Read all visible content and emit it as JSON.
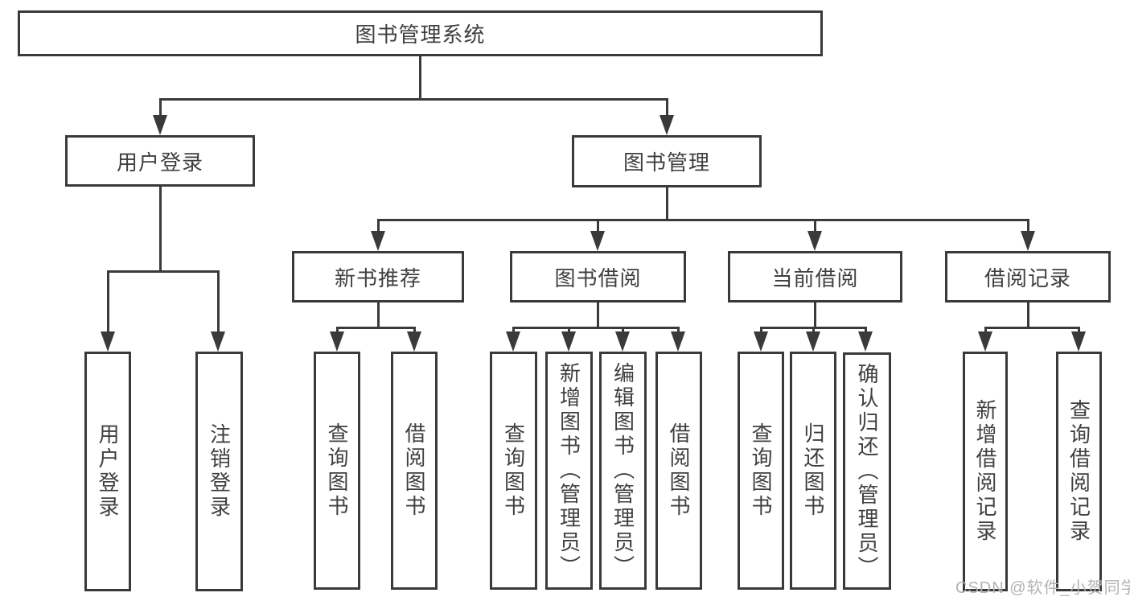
{
  "tree": {
    "root": {
      "label": "图书管理系统"
    },
    "branches": [
      {
        "label": "用户登录",
        "children": [
          {
            "label": "用户登录"
          },
          {
            "label": "注销登录"
          }
        ]
      },
      {
        "label": "图书管理",
        "children": [
          {
            "label": "新书推荐",
            "children": [
              {
                "label": "查询图书"
              },
              {
                "label": "借阅图书"
              }
            ]
          },
          {
            "label": "图书借阅",
            "children": [
              {
                "label": "查询图书"
              },
              {
                "label": "新增图书（管理员）"
              },
              {
                "label": "编辑图书（管理员）"
              },
              {
                "label": "借阅图书"
              }
            ]
          },
          {
            "label": "当前借阅",
            "children": [
              {
                "label": "查询图书"
              },
              {
                "label": "归还图书"
              },
              {
                "label": "确认归还（管理员）"
              }
            ]
          },
          {
            "label": "借阅记录",
            "children": [
              {
                "label": "新增借阅记录"
              },
              {
                "label": "查询借阅记录"
              }
            ]
          }
        ]
      }
    ]
  },
  "watermark": "CSDN @软件_小贺同学",
  "colors": {
    "line": "#3a3a3a",
    "text": "#3f3f3f",
    "watermark": "#b3b3b3",
    "background": "#ffffff"
  }
}
